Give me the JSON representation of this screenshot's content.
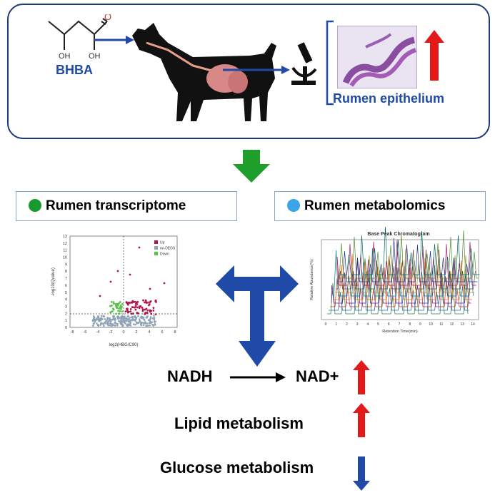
{
  "top_panel": {
    "molecule_label": "BHBA",
    "epithelium_label": "Rumen epithelium"
  },
  "omics": {
    "transcriptome_title": "Rumen transcriptome",
    "metabolomics_title": "Rumen metabolomics"
  },
  "volcano": {
    "legend": [
      "Up",
      "no-DEGS",
      "Down"
    ],
    "xlabel": "log2(HBG/C90)",
    "ylabel": "-log10(Qvalue)",
    "x_ticks": [
      "-8",
      "-6",
      "-4",
      "-2",
      "0",
      "2",
      "4",
      "6",
      "8"
    ],
    "y_ticks": [
      "0",
      "1",
      "2",
      "3",
      "4",
      "5",
      "6",
      "7",
      "8",
      "9",
      "10",
      "11",
      "12",
      "13"
    ]
  },
  "chromatogram": {
    "title": "Base Peak Chromatogram",
    "xlabel": "Retention Time(min)",
    "ylabel": "Relative Abundance(%)",
    "x_ticks": [
      "0",
      "1",
      "2",
      "3",
      "4",
      "5",
      "6",
      "7",
      "8",
      "9",
      "10",
      "11",
      "12",
      "13",
      "14"
    ]
  },
  "results": {
    "nadh": "NADH",
    "nad": "NAD+",
    "lipid": "Lipid metabolism",
    "glucose": "Glucose metabolism"
  },
  "colors": {
    "up_arrow": "#e31a1c",
    "down_arrow": "#1f4aa8",
    "flow_arrow": "#1e9e2a",
    "bidir_arrow": "#1f4aa8",
    "transcriptome_dot": "#1a9a2c",
    "metabolomics_dot": "#3aa6e8"
  }
}
